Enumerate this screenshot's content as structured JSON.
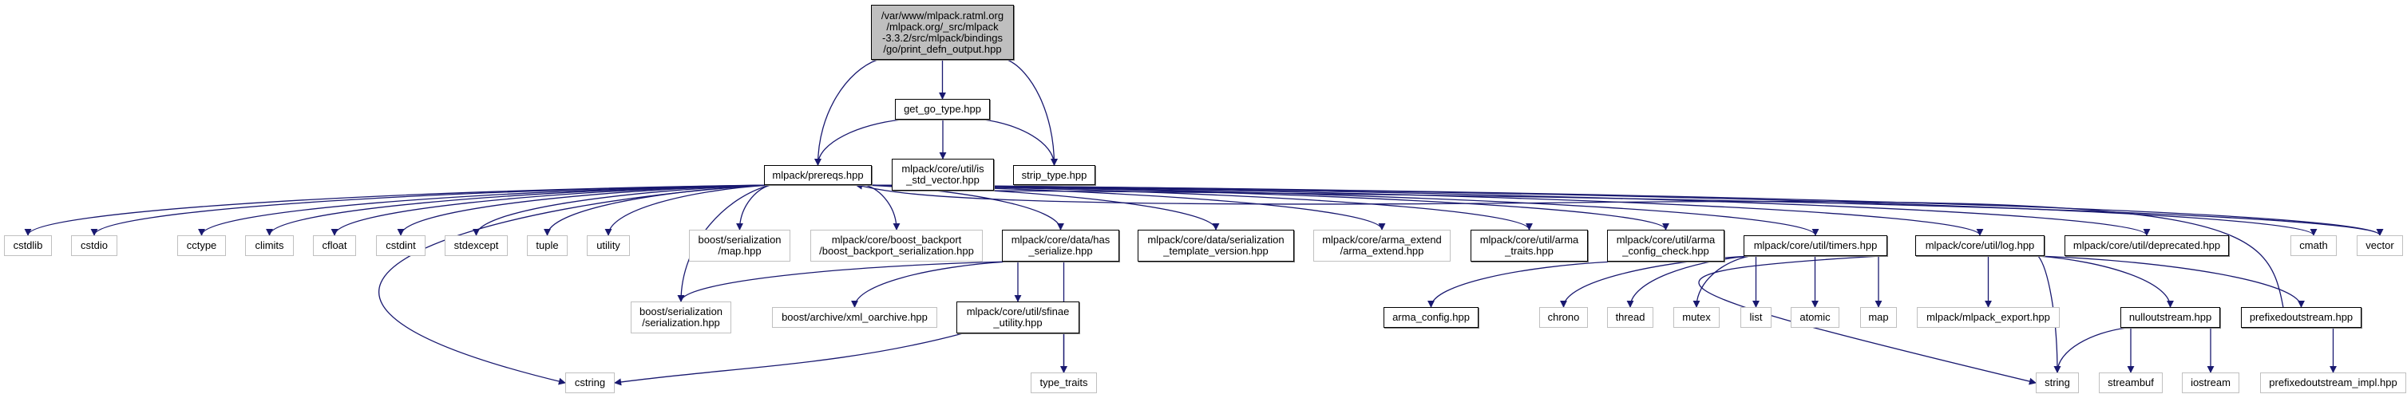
{
  "graph": {
    "colors": {
      "edge": "#191970",
      "root_fill": "#bfbfbf",
      "documented_border": "#000000",
      "external_border": "#c0c0c0"
    },
    "nodes": [
      {
        "id": "root",
        "kind": "root",
        "lines": [
          "/var/www/mlpack.ratml.org",
          "/mlpack.org/_src/mlpack",
          "-3.3.2/src/mlpack/bindings",
          "/go/print_defn_output.hpp"
        ]
      },
      {
        "id": "get_go_type",
        "kind": "doc",
        "lines": [
          "get_go_type.hpp"
        ]
      },
      {
        "id": "prereqs",
        "kind": "doc",
        "lines": [
          "mlpack/prereqs.hpp"
        ]
      },
      {
        "id": "is_std_vector",
        "kind": "doc",
        "lines": [
          "mlpack/core/util/is",
          "_std_vector.hpp"
        ]
      },
      {
        "id": "strip_type",
        "kind": "doc",
        "lines": [
          "strip_type.hpp"
        ]
      },
      {
        "id": "cstdlib",
        "kind": "ext",
        "lines": [
          "cstdlib"
        ]
      },
      {
        "id": "cstdio",
        "kind": "ext",
        "lines": [
          "cstdio"
        ]
      },
      {
        "id": "cctype",
        "kind": "ext",
        "lines": [
          "cctype"
        ]
      },
      {
        "id": "climits",
        "kind": "ext",
        "lines": [
          "climits"
        ]
      },
      {
        "id": "cfloat",
        "kind": "ext",
        "lines": [
          "cfloat"
        ]
      },
      {
        "id": "cstdint",
        "kind": "ext",
        "lines": [
          "cstdint"
        ]
      },
      {
        "id": "stdexcept",
        "kind": "ext",
        "lines": [
          "stdexcept"
        ]
      },
      {
        "id": "tuple",
        "kind": "ext",
        "lines": [
          "tuple"
        ]
      },
      {
        "id": "utility",
        "kind": "ext",
        "lines": [
          "utility"
        ]
      },
      {
        "id": "boost_map",
        "kind": "ext",
        "lines": [
          "boost/serialization",
          "/map.hpp"
        ]
      },
      {
        "id": "boost_backport",
        "kind": "ext",
        "lines": [
          "mlpack/core/boost_backport",
          "/boost_backport_serialization.hpp"
        ]
      },
      {
        "id": "has_serialize",
        "kind": "doc",
        "lines": [
          "mlpack/core/data/has",
          "_serialize.hpp"
        ]
      },
      {
        "id": "ser_template_version",
        "kind": "doc",
        "lines": [
          "mlpack/core/data/serialization",
          "_template_version.hpp"
        ]
      },
      {
        "id": "arma_extend",
        "kind": "ext",
        "lines": [
          "mlpack/core/arma_extend",
          "/arma_extend.hpp"
        ]
      },
      {
        "id": "arma_traits",
        "kind": "doc",
        "lines": [
          "mlpack/core/util/arma",
          "_traits.hpp"
        ]
      },
      {
        "id": "arma_config_check",
        "kind": "doc",
        "lines": [
          "mlpack/core/util/arma",
          "_config_check.hpp"
        ]
      },
      {
        "id": "timers",
        "kind": "doc",
        "lines": [
          "mlpack/core/util/timers.hpp"
        ]
      },
      {
        "id": "log",
        "kind": "doc",
        "lines": [
          "mlpack/core/util/log.hpp"
        ]
      },
      {
        "id": "deprecated",
        "kind": "doc",
        "lines": [
          "mlpack/core/util/deprecated.hpp"
        ]
      },
      {
        "id": "cmath",
        "kind": "ext",
        "lines": [
          "cmath"
        ]
      },
      {
        "id": "vector",
        "kind": "ext",
        "lines": [
          "vector"
        ]
      },
      {
        "id": "boost_serialization",
        "kind": "ext",
        "lines": [
          "boost/serialization",
          "/serialization.hpp"
        ]
      },
      {
        "id": "xml_oarchive",
        "kind": "ext",
        "lines": [
          "boost/archive/xml_oarchive.hpp"
        ]
      },
      {
        "id": "sfinae_utility",
        "kind": "doc",
        "lines": [
          "mlpack/core/util/sfinae",
          "_utility.hpp"
        ]
      },
      {
        "id": "arma_config",
        "kind": "doc",
        "lines": [
          "arma_config.hpp"
        ]
      },
      {
        "id": "chrono",
        "kind": "ext",
        "lines": [
          "chrono"
        ]
      },
      {
        "id": "thread",
        "kind": "ext",
        "lines": [
          "thread"
        ]
      },
      {
        "id": "mutex",
        "kind": "ext",
        "lines": [
          "mutex"
        ]
      },
      {
        "id": "list",
        "kind": "ext",
        "lines": [
          "list"
        ]
      },
      {
        "id": "atomic",
        "kind": "ext",
        "lines": [
          "atomic"
        ]
      },
      {
        "id": "map",
        "kind": "ext",
        "lines": [
          "map"
        ]
      },
      {
        "id": "mlpack_export",
        "kind": "ext",
        "lines": [
          "mlpack/mlpack_export.hpp"
        ]
      },
      {
        "id": "nulloutstream",
        "kind": "doc",
        "lines": [
          "nulloutstream.hpp"
        ]
      },
      {
        "id": "prefixedoutstream",
        "kind": "doc",
        "lines": [
          "prefixedoutstream.hpp"
        ]
      },
      {
        "id": "cstring",
        "kind": "ext",
        "lines": [
          "cstring"
        ]
      },
      {
        "id": "type_traits",
        "kind": "ext",
        "lines": [
          "type_traits"
        ]
      },
      {
        "id": "string",
        "kind": "ext",
        "lines": [
          "string"
        ]
      },
      {
        "id": "streambuf",
        "kind": "ext",
        "lines": [
          "streambuf"
        ]
      },
      {
        "id": "iostream",
        "kind": "ext",
        "lines": [
          "iostream"
        ]
      },
      {
        "id": "prefixedoutstream_impl",
        "kind": "ext",
        "lines": [
          "prefixedoutstream_impl.hpp"
        ]
      }
    ],
    "edges": [
      [
        "root",
        "prereqs"
      ],
      [
        "root",
        "get_go_type"
      ],
      [
        "root",
        "strip_type"
      ],
      [
        "get_go_type",
        "prereqs"
      ],
      [
        "get_go_type",
        "is_std_vector"
      ],
      [
        "get_go_type",
        "strip_type"
      ],
      [
        "prereqs",
        "cstdlib"
      ],
      [
        "prereqs",
        "cstdio"
      ],
      [
        "prereqs",
        "cctype"
      ],
      [
        "prereqs",
        "climits"
      ],
      [
        "prereqs",
        "cfloat"
      ],
      [
        "prereqs",
        "cstdint"
      ],
      [
        "prereqs",
        "stdexcept"
      ],
      [
        "prereqs",
        "tuple"
      ],
      [
        "prereqs",
        "utility"
      ],
      [
        "prereqs",
        "cstring"
      ],
      [
        "prereqs",
        "boost_serialization"
      ],
      [
        "prereqs",
        "boost_map"
      ],
      [
        "prereqs",
        "boost_backport"
      ],
      [
        "prereqs",
        "has_serialize"
      ],
      [
        "prereqs",
        "ser_template_version"
      ],
      [
        "prereqs",
        "arma_extend"
      ],
      [
        "prereqs",
        "arma_traits"
      ],
      [
        "prereqs",
        "arma_config_check"
      ],
      [
        "prereqs",
        "timers"
      ],
      [
        "prereqs",
        "log"
      ],
      [
        "prereqs",
        "deprecated"
      ],
      [
        "prereqs",
        "cmath"
      ],
      [
        "prereqs",
        "vector"
      ],
      [
        "is_std_vector",
        "vector"
      ],
      [
        "has_serialize",
        "boost_serialization"
      ],
      [
        "has_serialize",
        "xml_oarchive"
      ],
      [
        "has_serialize",
        "sfinae_utility"
      ],
      [
        "has_serialize",
        "type_traits"
      ],
      [
        "sfinae_utility",
        "cstring"
      ],
      [
        "sfinae_utility",
        "type_traits"
      ],
      [
        "arma_config_check",
        "arma_config"
      ],
      [
        "timers",
        "chrono"
      ],
      [
        "timers",
        "thread"
      ],
      [
        "timers",
        "mutex"
      ],
      [
        "timers",
        "list"
      ],
      [
        "timers",
        "atomic"
      ],
      [
        "timers",
        "map"
      ],
      [
        "timers",
        "string"
      ],
      [
        "log",
        "mlpack_export"
      ],
      [
        "log",
        "string"
      ],
      [
        "log",
        "nulloutstream"
      ],
      [
        "log",
        "prefixedoutstream"
      ],
      [
        "nulloutstream",
        "string"
      ],
      [
        "nulloutstream",
        "streambuf"
      ],
      [
        "nulloutstream",
        "iostream"
      ],
      [
        "prefixedoutstream",
        "prefixedoutstream_impl"
      ],
      [
        "prefixedoutstream",
        "prereqs"
      ]
    ]
  }
}
